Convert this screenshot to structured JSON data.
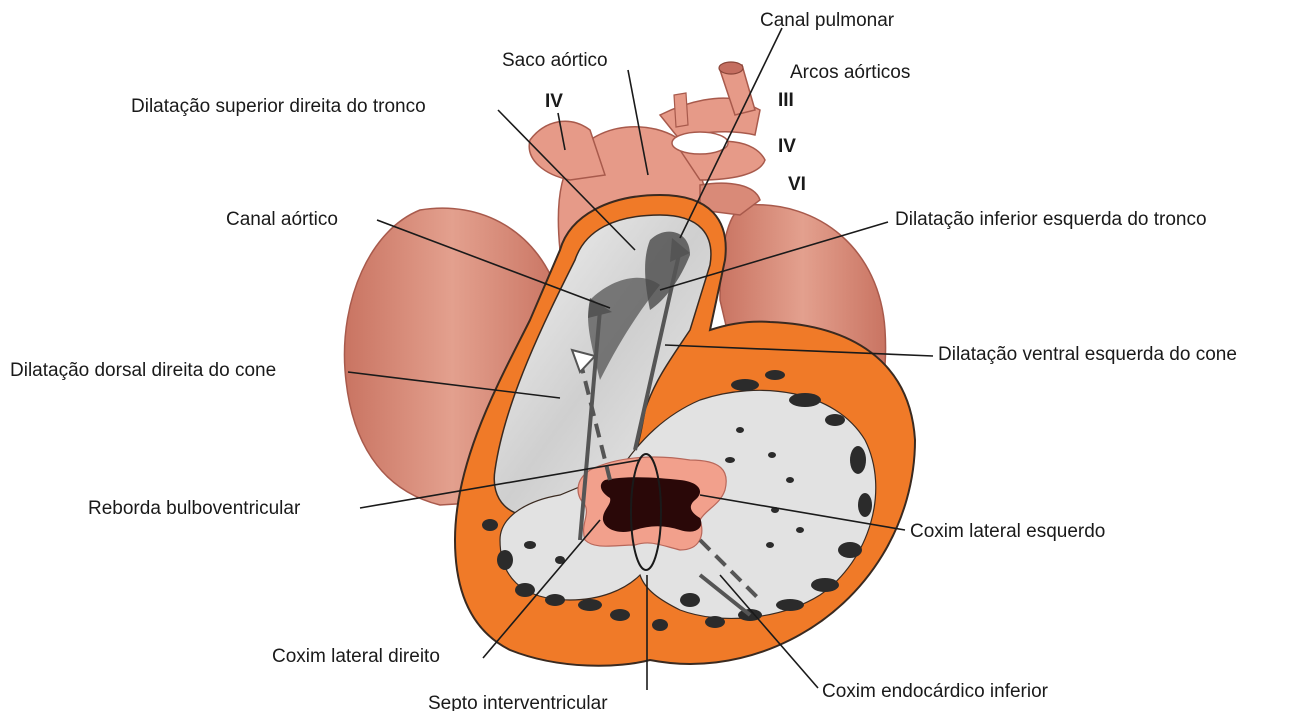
{
  "labels": {
    "canal_pulmonar": "Canal pulmonar",
    "saco_aortico": "Saco aórtico",
    "arcos_aorticos": "Arcos aórticos",
    "roman_iv_left": "IV",
    "roman_iii": "III",
    "roman_iv_right": "IV",
    "roman_vi": "VI",
    "dilatacao_superior_direita_tronco": "Dilatação superior direita do tronco",
    "canal_aortico": "Canal aórtico",
    "dilatacao_inferior_esquerda_tronco": "Dilatação inferior esquerda do tronco",
    "dilatacao_ventral_esquerda_cone": "Dilatação ventral esquerda do cone",
    "dilatacao_dorsal_direita_cone": "Dilatação dorsal direita do cone",
    "reborda_bulboventricular": "Reborda bulboventricular",
    "coxim_lateral_esquerdo": "Coxim lateral esquerdo",
    "coxim_lateral_direito": "Coxim lateral direito",
    "coxim_endocardico_inferior": "Coxim endocárdico inferior",
    "septo_interventricular": "Septo interventricular"
  },
  "colors": {
    "atrium": "#d98a78",
    "atrium_dark": "#b8675a",
    "vessel": "#e69a88",
    "wall": "#f07a28",
    "wall_edge": "#3a2a20",
    "lumen": "#e4e4e4",
    "cushion": "#f2a08c",
    "trabeculae": "#2b2b2b",
    "text": "#1a1a1a"
  }
}
